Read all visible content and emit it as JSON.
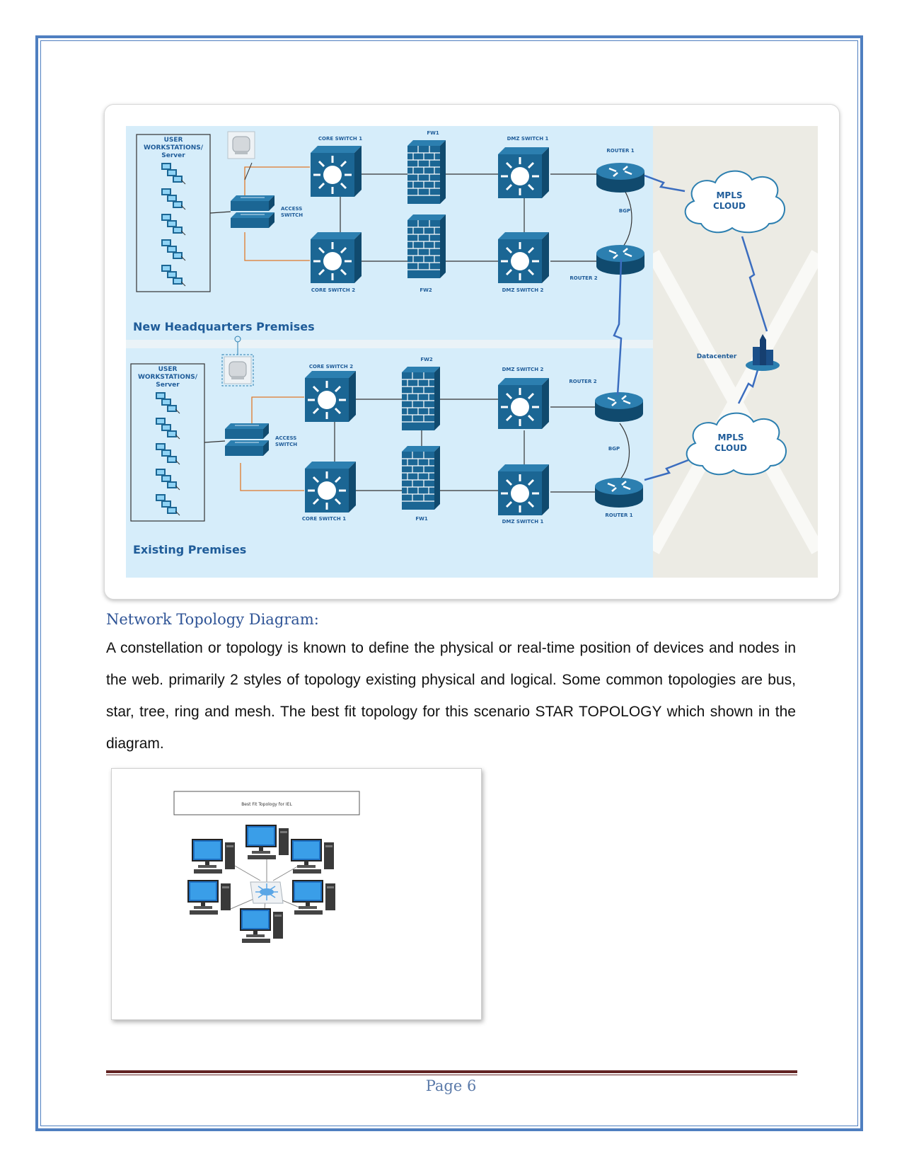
{
  "diagram": {
    "hq_title": "New Headquarters Premises",
    "existing_title": "Existing Premises",
    "datacenter": "Datacenter",
    "mpls_line1": "MPLS",
    "mpls_line2": "CLOUD",
    "hq": {
      "workstations_l1": "USER",
      "workstations_l2": "WORKSTATIONS/",
      "workstations_l3": "Server",
      "access_l1": "ACCESS",
      "access_l2": "SWITCH",
      "core_top": "CORE SWITCH 1",
      "core_bottom": "CORE SWITCH 2",
      "fw_top": "FW1",
      "fw_bottom": "FW2",
      "dmz_top": "DMZ SWITCH 1",
      "dmz_bottom": "DMZ SWITCH 2",
      "router_top": "ROUTER 1",
      "router_bottom": "ROUTER 2",
      "bgp": "BGP"
    },
    "ex": {
      "workstations_l1": "USER",
      "workstations_l2": "WORKSTATIONS/",
      "workstations_l3": "Server",
      "access_l1": "ACCESS",
      "access_l2": "SWITCH",
      "core_top": "CORE SWITCH 2",
      "core_bottom": "CORE SWITCH 1",
      "fw_top": "FW2",
      "fw_bottom": "FW1",
      "dmz_top": "DMZ SWITCH 2",
      "dmz_bottom": "DMZ SWITCH 1",
      "router_top": "ROUTER 2",
      "router_bottom": "ROUTER 1",
      "bgp": "BGP"
    }
  },
  "caption": "Network Topology Diagram:",
  "paragraph": "A constellation or topology is known to define the physical or real-time position of devices and nodes in the web. primarily 2 styles of topology existing physical and logical. Some common topologies are bus, star, tree, ring and mesh. The best fit topology for this scenario STAR TOPOLOGY which shown in the diagram.",
  "star_title": "Best Fit Topology for IEL",
  "page": "Page 6"
}
